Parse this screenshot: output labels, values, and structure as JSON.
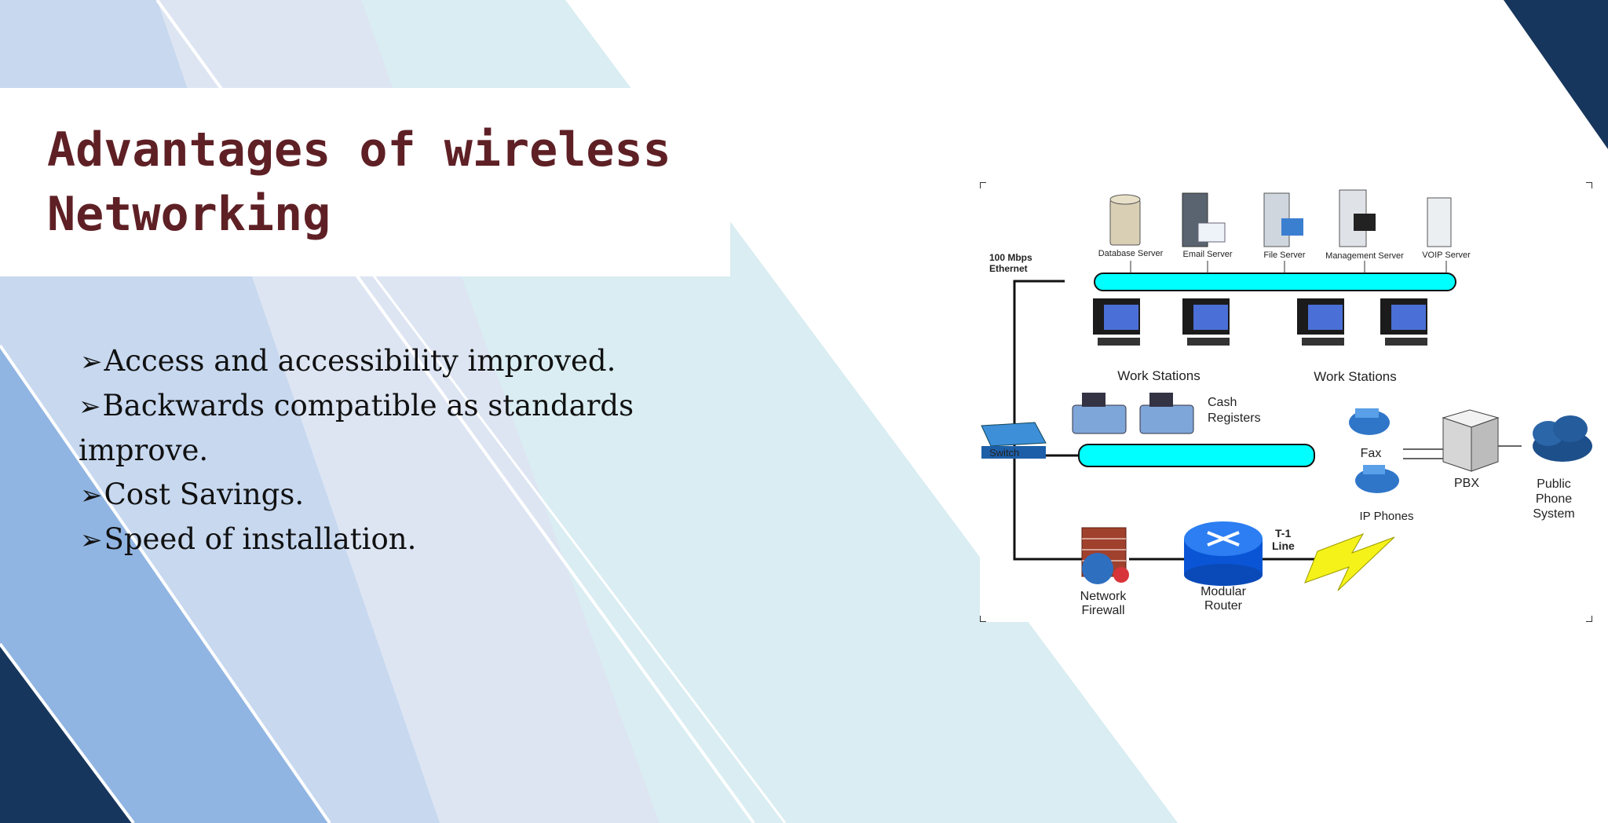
{
  "slide": {
    "title": "Advantages of wireless Networking",
    "bullets": [
      "Access and accessibility improved.",
      "Backwards compatible as standards improve.",
      "Cost Savings.",
      "Speed of installation."
    ],
    "bullet_glyph": "➢",
    "colors": {
      "title": "#5e2025",
      "navy": "#17365d",
      "bus": "#00ffff"
    }
  },
  "diagram": {
    "ethernet_label_1": "100 Mbps",
    "ethernet_label_2": "Ethernet",
    "servers": [
      "Database Server",
      "Email Server",
      "File Server",
      "Management Server",
      "VOIP Server"
    ],
    "workstations_left": "Work Stations",
    "workstations_right": "Work Stations",
    "cash_1": "Cash",
    "cash_2": "Registers",
    "switch": "Switch",
    "fax": "Fax",
    "ip_phones": "IP Phones",
    "pbx": "PBX",
    "public_1": "Public",
    "public_2": "Phone",
    "public_3": "System",
    "firewall_1": "Network",
    "firewall_2": "Firewall",
    "router_1": "Modular",
    "router_2": "Router",
    "t1_1": "T-1",
    "t1_2": "Line"
  }
}
